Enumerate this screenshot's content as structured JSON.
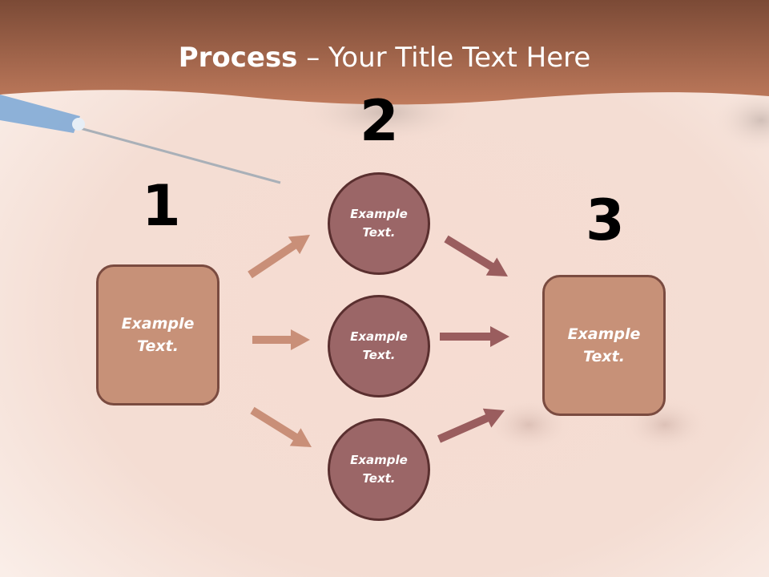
{
  "slide": {
    "title_bold": "Process",
    "title_rest": " – Your Title Text Here"
  },
  "steps": [
    {
      "number": "1",
      "text": "Example Text."
    },
    {
      "number": "2",
      "text": [
        "Example Text.",
        "Example Text.",
        "Example Text."
      ]
    },
    {
      "number": "3",
      "text": "Example Text."
    }
  ],
  "colors": {
    "header": "#a8624a",
    "box_fill": "#c79178",
    "circle_fill": "#9b6667",
    "arrow_light": "#c98f78",
    "arrow_dark": "#9a5d5e"
  }
}
